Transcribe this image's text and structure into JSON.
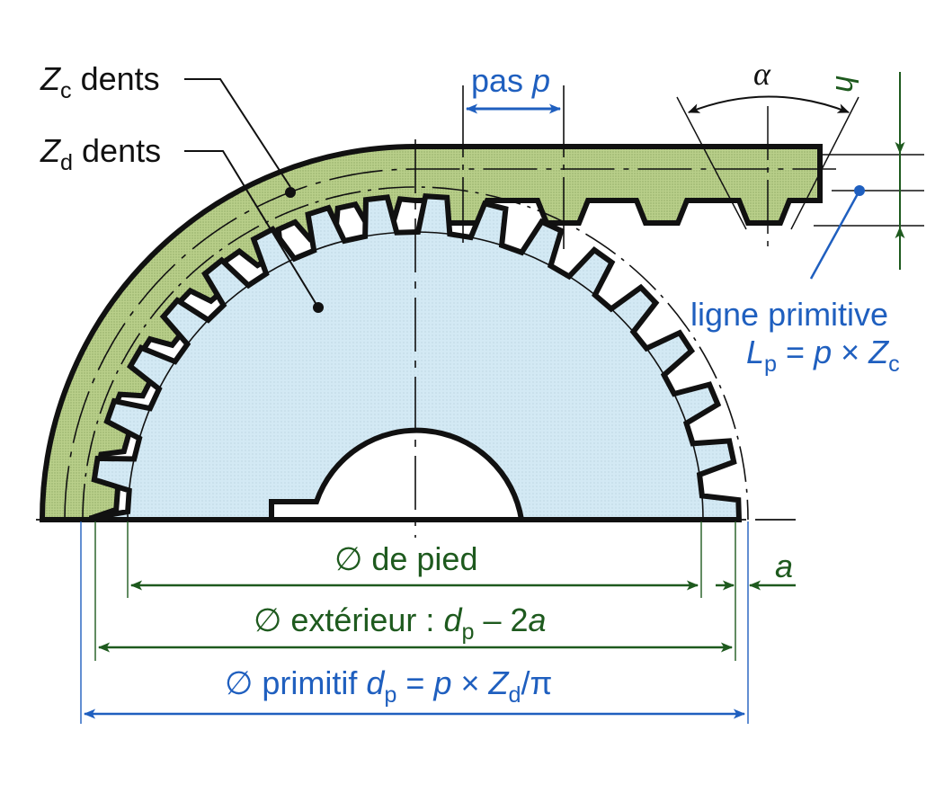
{
  "colors": {
    "belt_fill": "#b9cf8a",
    "sprocket_fill": "#d3e9f4",
    "outline": "#111111",
    "blue_annotation": "#1f5fbf",
    "green_annotation": "#1e5a1e"
  },
  "labels": {
    "zc": {
      "symbol": "Z",
      "sub": "c",
      "text": "dents"
    },
    "zd": {
      "symbol": "Z",
      "sub": "d",
      "text": "dents"
    },
    "pitch": {
      "text": "pas ",
      "symbol": "p"
    },
    "alpha": {
      "symbol": "α"
    },
    "h": {
      "symbol": "h"
    },
    "a": {
      "symbol": "a"
    },
    "pitch_line": {
      "line1": "ligne primitive",
      "lhs": "L",
      "lhs_sub": "p",
      "eq": " = ",
      "p": "p",
      "times": " × ",
      "z": "Z",
      "z_sub": "c"
    },
    "root_diameter": {
      "symbol": "∅",
      "text": " de pied"
    },
    "outside_diameter": {
      "symbol": "∅",
      "text": " extérieur : ",
      "d": "d",
      "d_sub": "p",
      "rest": " – 2",
      "a": "a"
    },
    "pitch_diameter": {
      "symbol": "∅",
      "text": " primitif ",
      "d": "d",
      "d_sub": "p",
      "eq": " = ",
      "p": "p",
      "times": " × ",
      "z": "Z",
      "z_sub": "d",
      "rest": "/π"
    }
  }
}
